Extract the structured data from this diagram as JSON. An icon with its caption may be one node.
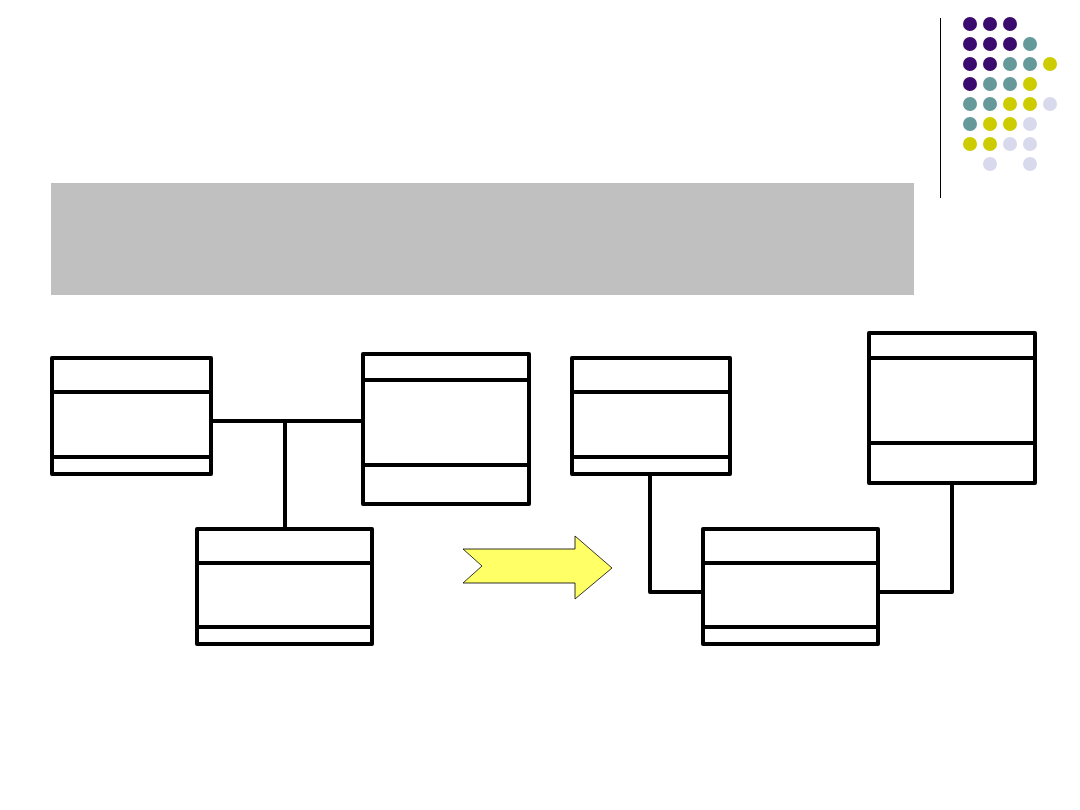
{
  "diagram": {
    "nodes": [
      {
        "text": [],
        "shape": "bar"
      },
      {
        "text": [],
        "shape": "box"
      },
      {
        "text": [],
        "shape": "box"
      },
      {
        "text": [],
        "shape": "box"
      },
      {
        "text": [],
        "shape": "box"
      },
      {
        "text": [],
        "shape": "box"
      },
      {
        "text": [],
        "shape": "box"
      }
    ],
    "edges": [
      {
        "from": 1,
        "to": 2,
        "arrow": "none"
      },
      {
        "from": 3,
        "to": 1,
        "arrow": "none"
      },
      {
        "from": 3,
        "to": 2,
        "arrow": "none"
      },
      {
        "from": 4,
        "to": 6,
        "arrow": "none"
      },
      {
        "from": 6,
        "to": 5,
        "arrow": "none"
      }
    ]
  }
}
